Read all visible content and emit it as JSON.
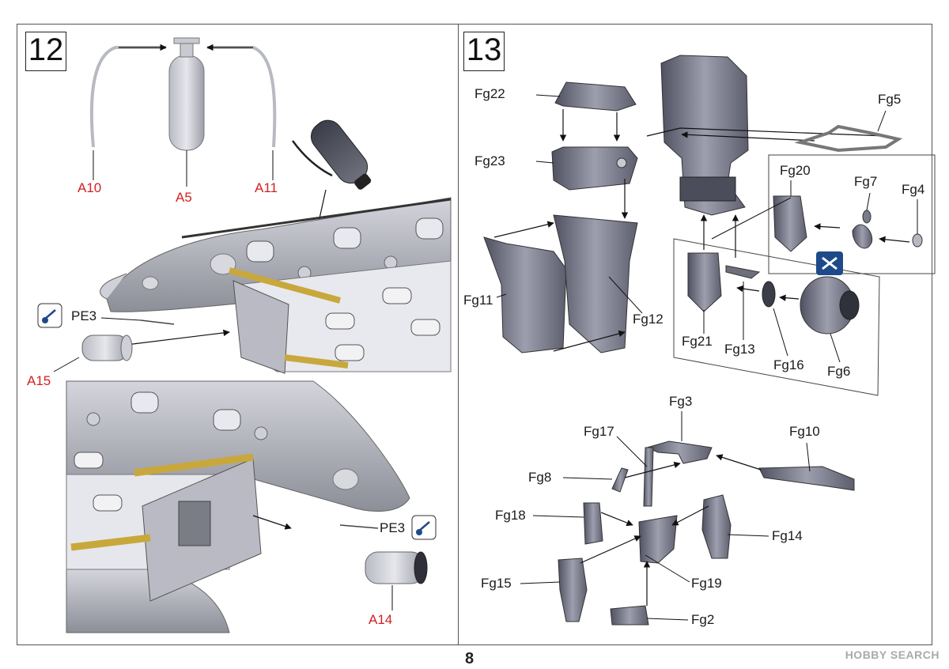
{
  "steps": {
    "s12": "12",
    "s13": "13"
  },
  "step12": {
    "parts": {
      "a10": "A10",
      "a5": "A5",
      "a11": "A11",
      "pe3_top": "PE3",
      "a15": "A15",
      "pe3_bottom": "PE3",
      "a14": "A14"
    }
  },
  "step13": {
    "parts": {
      "fg22": "Fg22",
      "fg23": "Fg23",
      "fg11": "Fg11",
      "fg12": "Fg12",
      "fg5": "Fg5",
      "fg20": "Fg20",
      "fg7": "Fg7",
      "fg4": "Fg4",
      "fg21": "Fg21",
      "fg13": "Fg13",
      "fg16": "Fg16",
      "fg6": "Fg6",
      "fg3": "Fg3",
      "fg17": "Fg17",
      "fg10": "Fg10",
      "fg8": "Fg8",
      "fg18": "Fg18",
      "fg14": "Fg14",
      "fg15": "Fg15",
      "fg19": "Fg19",
      "fg2": "Fg2"
    }
  },
  "footer": {
    "page_number": "8",
    "watermark": "HOBBY SEARCH"
  },
  "icons": [
    "glue-icon",
    "photo-etch-icon",
    "alternative-parts-icon"
  ],
  "colors": {
    "callout_red": "#d42020",
    "part_grey": "#9a9ca6",
    "strap_yellow": "#c8a83c"
  }
}
